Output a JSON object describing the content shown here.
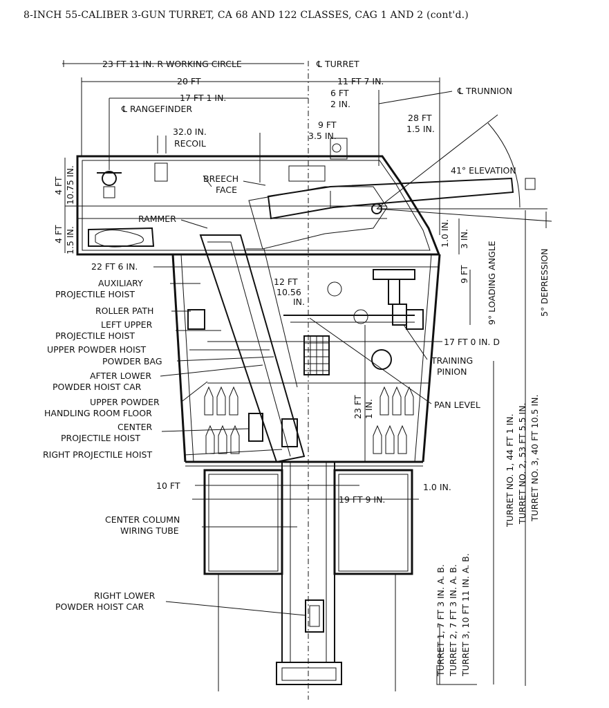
{
  "title": "8-INCH 55-CALIBER 3-GUN TURRET, CA 68 AND 122 CLASSES, CAG 1 AND 2 (cont'd.)",
  "dimensions": {
    "working_circle": "23 FT 11 IN. R WORKING CIRCLE",
    "turret_cl": "℄ TURRET",
    "d20": "20 FT",
    "d11_7": "11 FT 7 IN.",
    "d17_1": "17 FT 1 IN.",
    "d6ft": "6 FT",
    "d2in": "2 IN.",
    "trunnion_cl": "℄ TRUNNION",
    "rangefinder_cl": "℄ RANGEFINDER",
    "d28ft": "28 FT",
    "d1_5in": "1.5 IN.",
    "d9ft": "9 FT",
    "d3_5in": "3.5 IN.",
    "recoil_val": "32.0 IN.",
    "recoil": "RECOIL",
    "elevation": "41° ELEVATION",
    "breech_face_1": "BREECH",
    "breech_face_2": "FACE",
    "h4ft_top": "4 FT",
    "h10_75": "10.75 IN.",
    "h4ft_bot": "4 FT",
    "h1_5": "1.5 IN.",
    "d1_0in_v": "1.0 IN.",
    "d3in_v": "3 IN.",
    "d9ft_v": "9 FT",
    "loading_angle": "9° LOADING ANGLE",
    "depression": "5° DEPRESSION",
    "d22_6": "22 FT 6 IN.",
    "d12ft": "12 FT",
    "d10_56": "10.56",
    "d10_56in": "IN.",
    "d17_0_d": "17 FT 0 IN. D",
    "d23ft": "23 FT",
    "d1in": "1 IN.",
    "d10ft": "10 FT",
    "d1_0in": "1.0 IN.",
    "d19_9": "19 FT 9 IN.",
    "turret_hts": [
      "TURRET NO. 1, 44 FT 1 IN.",
      "TURRET NO. 2, 53 FT 5.5 IN.",
      "TURRET NO. 3, 40 FT 10.5 IN."
    ],
    "turret_ab": [
      "TURRET 1, 7 FT 3 IN. A. B.",
      "TURRET 2, 7 FT 3 IN. A. B.",
      "TURRET 3, 10 FT 11 IN. A. B."
    ]
  },
  "labels": {
    "rammer": "RAMMER",
    "aux_hoist_1": "AUXILIARY",
    "aux_hoist_2": "PROJECTILE HOIST",
    "roller_path": "ROLLER PATH",
    "left_upper_1": "LEFT UPPER",
    "left_upper_2": "PROJECTILE HOIST",
    "upper_powder_hoist": "UPPER POWDER HOIST",
    "powder_bag": "POWDER BAG",
    "after_lower_1": "AFTER LOWER",
    "after_lower_2": "POWDER HOIST CAR",
    "upper_powder_floor_1": "UPPER POWDER",
    "upper_powder_floor_2": "HANDLING ROOM FLOOR",
    "center_proj_1": "CENTER",
    "center_proj_2": "PROJECTILE HOIST",
    "right_proj": "RIGHT PROJECTILE HOIST",
    "center_column_1": "CENTER COLUMN",
    "center_column_2": "WIRING TUBE",
    "right_lower_1": "RIGHT LOWER",
    "right_lower_2": "POWDER HOIST CAR",
    "training_pinion_1": "TRAINING",
    "training_pinion_2": "PINION",
    "pan_level": "PAN LEVEL"
  }
}
